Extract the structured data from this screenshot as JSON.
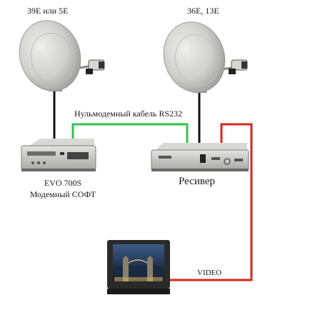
{
  "labels": {
    "left_satellite": "39E или 5E",
    "right_satellite": "36E, 13E",
    "cable": "Нульмодемный кабель RS232",
    "evo_line1": "EVO 700S",
    "evo_line2": "Модемный СОФТ",
    "receiver": "Ресивер",
    "video": "VIDEO"
  },
  "colors": {
    "dish": "#cfd0cc",
    "dish_shadow": "#9a9b97",
    "cable_rs232": "#33c24a",
    "cable_video": "#d9261c",
    "coax": "#111111",
    "device_body": "#c9cac8",
    "tv_body": "#2a2a2a"
  }
}
